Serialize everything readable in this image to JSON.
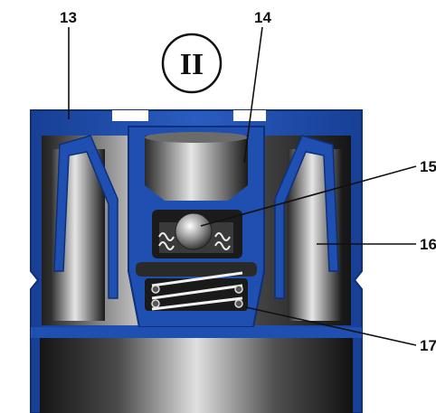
{
  "figure": {
    "view_marker": "II",
    "callouts": [
      "13",
      "14",
      "15",
      "16",
      "17"
    ]
  },
  "colors": {
    "housing_blue": "#1f4fb0",
    "housing_blue_dark": "#0f2f7a",
    "steel_light": "#d9d9d9",
    "steel_dark": "#1c1c1c",
    "leader_line": "#111111"
  }
}
